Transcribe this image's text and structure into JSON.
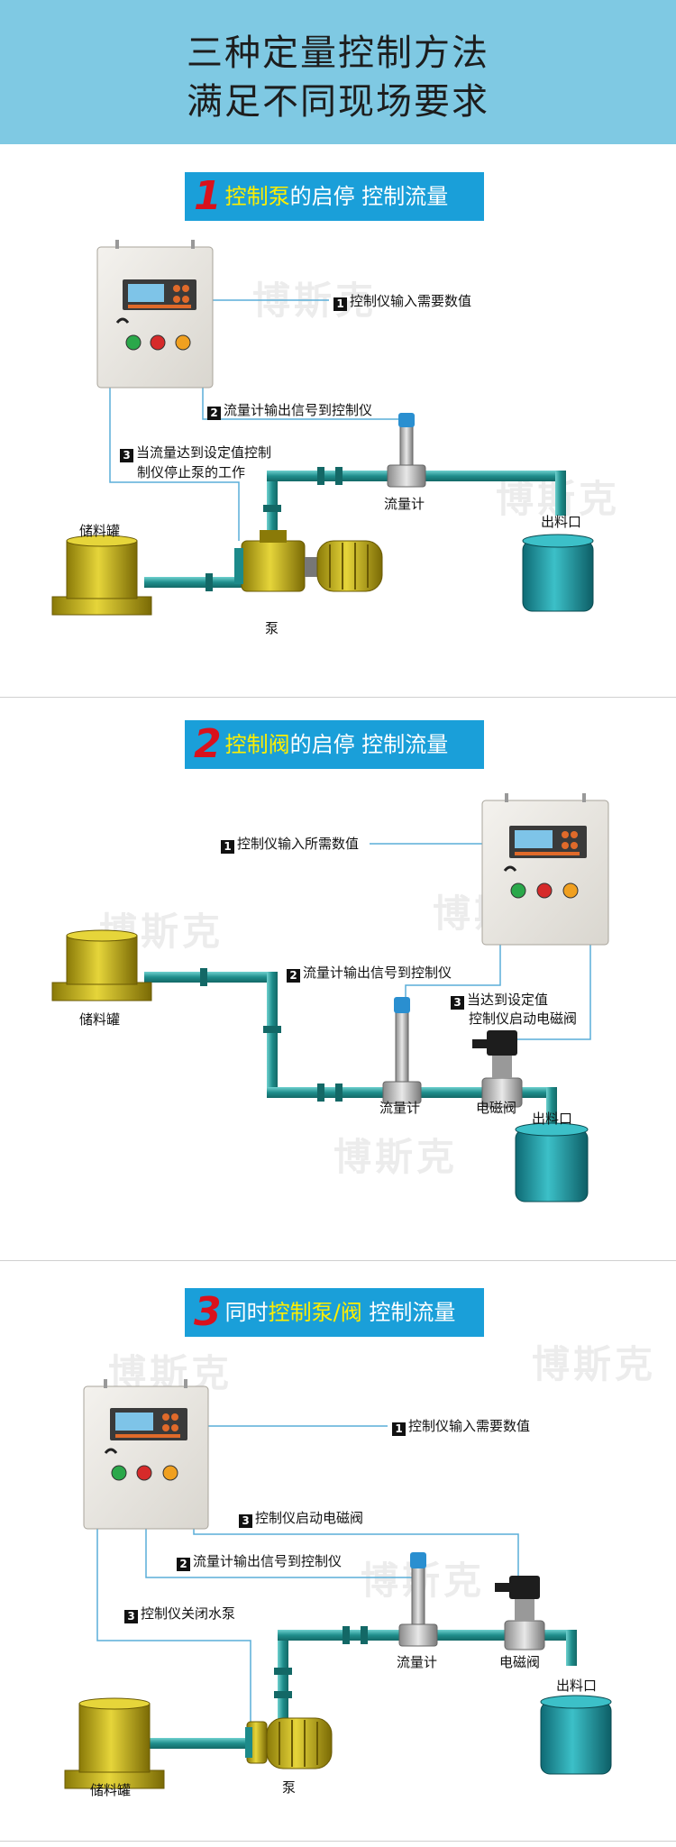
{
  "header": {
    "line1": "三种定量控制方法",
    "line2": "满足不同现场要求"
  },
  "watermark": "博斯克",
  "sections": [
    {
      "number": "1",
      "title_highlight": "控制泵",
      "title_rest": "的启停 控制流量",
      "steps": [
        {
          "num": "1",
          "text": "控制仪输入需要数值"
        },
        {
          "num": "2",
          "text": "流量计输出信号到控制仪"
        },
        {
          "num": "3",
          "text": "当流量达到设定值控制"
        },
        {
          "num": "",
          "text": "制仪停止泵的工作"
        }
      ],
      "components": {
        "tank": "储料罐",
        "pump": "泵",
        "flowmeter": "流量计",
        "outlet": "出料口"
      }
    },
    {
      "number": "2",
      "title_highlight": "控制阀",
      "title_rest": "的启停  控制流量",
      "steps": [
        {
          "num": "1",
          "text": "控制仪输入所需数值"
        },
        {
          "num": "2",
          "text": "流量计输出信号到控制仪"
        },
        {
          "num": "3",
          "text": "当达到设定值"
        },
        {
          "num": "",
          "text": "控制仪启动电磁阀"
        }
      ],
      "components": {
        "tank": "储料罐",
        "flowmeter": "流量计",
        "valve": "电磁阀",
        "outlet": "出料口"
      }
    },
    {
      "number": "3",
      "title_prefix": "同时",
      "title_highlight": "控制泵/阀",
      "title_rest": " 控制流量",
      "steps": [
        {
          "num": "1",
          "text": "控制仪输入需要数值"
        },
        {
          "num": "3",
          "text": "控制仪启动电磁阀"
        },
        {
          "num": "2",
          "text": "流量计输出信号到控制仪"
        },
        {
          "num": "3",
          "text": "控制仪关闭水泵"
        }
      ],
      "components": {
        "tank": "储料罐",
        "pump": "泵",
        "flowmeter": "流量计",
        "valve": "电磁阀",
        "outlet": "出料口"
      }
    }
  ],
  "colors": {
    "header_bg": "#7fc9e3",
    "title_bg": "#1a9fd9",
    "number_red": "#d9111c",
    "highlight_yellow": "#ffee00",
    "pipe_teal": "#2a9a9a",
    "tank_olive": "#c8b41a",
    "outlet_teal": "#1a8f9a",
    "signal_line": "#5aaed8"
  }
}
